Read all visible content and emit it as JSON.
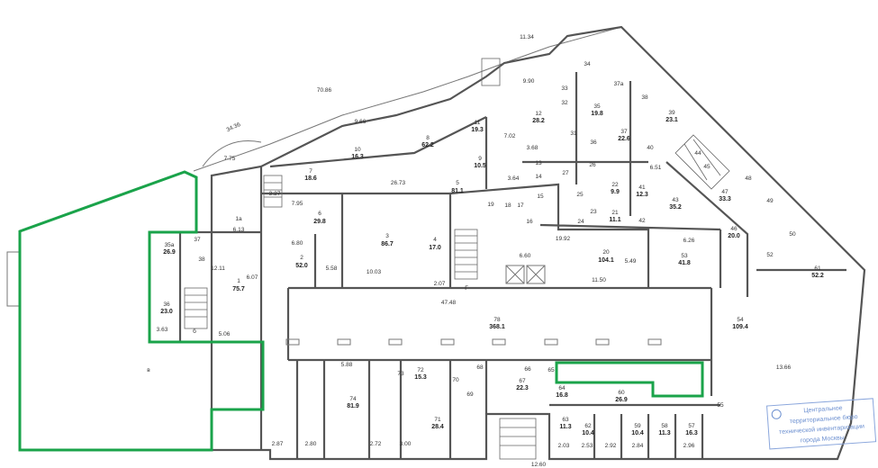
{
  "plan": {
    "dimensions": {
      "d_70_86": "70.86",
      "d_34_36": "34.36",
      "d_7_75": "7.75",
      "d_11_34": "11.34",
      "d_9_90": "9.90",
      "d_47_48": "47.48",
      "d_12_60": "12.60",
      "d_12_11": "12.11",
      "d_6_07": "6.07",
      "d_5_06": "5.06",
      "d_6_80": "6.80",
      "d_5_58": "5.58",
      "d_10_03": "10.03",
      "d_26_73": "26.73",
      "d_19_92": "19.92",
      "d_11_50": "11.50",
      "d_6_60": "6.60",
      "d_5_49": "5.49",
      "d_6_26": "6.26",
      "d_6_51": "6.51",
      "d_13_66": "13.66",
      "d_7_95": "7.95",
      "d_3_27": "3.27",
      "d_6_13": "6.13",
      "d_3_63": "3.63",
      "d_2_07": "2.07",
      "d_9_66": "9.66",
      "d_7_02": "7.02",
      "d_3_68": "3.68",
      "d_3_64": "3.64",
      "d_2_03": "2.03",
      "d_2_53": "2.53",
      "d_2_92": "2.92",
      "d_2_84": "2.84",
      "d_2_96": "2.96",
      "d_2_87": "2.87",
      "d_2_80": "2.80",
      "d_2_72": "2.72",
      "d_3_00": "3.00",
      "d_5_88": "5.88"
    },
    "rooms": [
      {
        "num": "1",
        "area": "75.7"
      },
      {
        "num": "2",
        "area": "52.0"
      },
      {
        "num": "3",
        "area": "86.7"
      },
      {
        "num": "4",
        "area": "17.0"
      },
      {
        "num": "5",
        "area": "81.1"
      },
      {
        "num": "6",
        "area": "29.8"
      },
      {
        "num": "7",
        "area": "18.6"
      },
      {
        "num": "8",
        "area": "62.2"
      },
      {
        "num": "9",
        "area": "10.5"
      },
      {
        "num": "10",
        "area": "16.3"
      },
      {
        "num": "11",
        "area": "19.3"
      },
      {
        "num": "12",
        "area": "28.2"
      },
      {
        "num": "20",
        "area": "104.1"
      },
      {
        "num": "21",
        "area": "11.1"
      },
      {
        "num": "22",
        "area": "9.9"
      },
      {
        "num": "35",
        "area": "19.8"
      },
      {
        "num": "37",
        "area": "22.6"
      },
      {
        "num": "39",
        "area": "23.1"
      },
      {
        "num": "41",
        "area": "12.3"
      },
      {
        "num": "43",
        "area": "35.2"
      },
      {
        "num": "47",
        "area": "33.3"
      },
      {
        "num": "46",
        "area": "20.0"
      },
      {
        "num": "53",
        "area": "41.8"
      },
      {
        "num": "54",
        "area": "109.4"
      },
      {
        "num": "61",
        "area": "52.2"
      },
      {
        "num": "78",
        "area": "368.1"
      },
      {
        "num": "35a",
        "area": "26.9"
      },
      {
        "num": "36",
        "area": "23.0"
      },
      {
        "num": "74",
        "area": "81.9"
      },
      {
        "num": "71",
        "area": "28.4"
      },
      {
        "num": "72",
        "area": "15.3"
      },
      {
        "num": "67",
        "area": "22.3"
      },
      {
        "num": "64",
        "area": "16.8"
      },
      {
        "num": "63",
        "area": "11.3"
      },
      {
        "num": "62",
        "area": "10.4"
      },
      {
        "num": "60",
        "area": "26.9"
      },
      {
        "num": "59",
        "area": "10.4"
      },
      {
        "num": "58",
        "area": "11.3"
      },
      {
        "num": "57",
        "area": "16.3"
      }
    ],
    "small_rooms": [
      "37",
      "38",
      "13",
      "14",
      "15",
      "16",
      "17",
      "18",
      "19",
      "23",
      "24",
      "25",
      "26",
      "27",
      "31",
      "32",
      "33",
      "34",
      "36",
      "37a",
      "38",
      "40",
      "42",
      "44",
      "45",
      "48",
      "49",
      "50",
      "52",
      "55",
      "65",
      "66",
      "68",
      "69",
      "70",
      "73",
      "Г",
      "1а",
      "б",
      "в"
    ],
    "stamp": {
      "line1": "Центральное",
      "line2": "территориальное бюро",
      "line3": "технической инвентаризации",
      "line4": "города Москвы"
    }
  },
  "colors": {
    "wall": "#555555",
    "highlight": "#1aa34a",
    "stamp": "#6b8fd0"
  }
}
